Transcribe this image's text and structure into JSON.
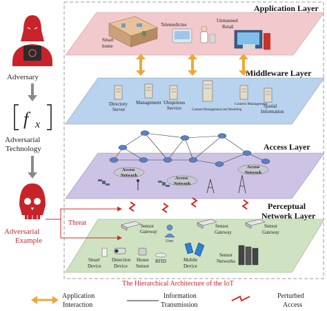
{
  "caption": "The Hierarchical Architecture of the IoT",
  "layers": {
    "application": "Application Layer",
    "middleware": "Middleware Layer",
    "access": "Access Layer",
    "perceptual_line1": "Perceptual",
    "perceptual_line2": "Network Layer"
  },
  "application_items": {
    "smart_home_1": "Smart",
    "smart_home_2": "home",
    "telemedicine": "Telemedicine",
    "unmanned_1": "Unmanned",
    "unmanned_2": "Retail"
  },
  "middleware_items": {
    "directory_1": "Directory",
    "directory_2": "Server",
    "management": "Management",
    "ubiquitous_1": "Ubiquitous",
    "ubiquitous_2": "Service",
    "content": "Content Management and Modeling",
    "context": "Context Management",
    "spatial_1": "Spatial",
    "spatial_2": "Information"
  },
  "access_items": {
    "network_1": "Access",
    "network_2": "Network"
  },
  "perceptual_items": {
    "sensor": "Sensor",
    "gateway": "Gateway",
    "user": "User",
    "smart_1": "Smart",
    "smart_2": "Device",
    "detection_1": "Detection",
    "detection_2": "Device",
    "house_1": "House",
    "house_2": "Sensor",
    "rfid": "RFID",
    "mobile_1": "Mobile",
    "mobile_2": "Device",
    "sensor_networks_1": "Sensor",
    "sensor_networks_2": "Networks"
  },
  "left_panel": {
    "adversary": "Adversary",
    "fx_f": "f",
    "fx_x": "x",
    "technology_1": "Adversarial",
    "technology_2": "Technology",
    "threat": "Threat",
    "example_1": "Adversarial",
    "example_2": "Example"
  },
  "legend": {
    "interaction_1": "Application",
    "interaction_2": "Interaction",
    "transmission_1": "Information",
    "transmission_2": "Transmission",
    "perturbed_1": "Perturbed",
    "perturbed_2": "Access"
  },
  "colors": {
    "application_plane": "#f2c9cc",
    "middleware_plane": "#b9d2ee",
    "access_plane": "#cdc3e4",
    "perceptual_plane": "#cfe3c2",
    "interaction_arrow": "#f0a63a",
    "threat_red": "#d42a22",
    "node_blue": "#5b7fc4",
    "adversary_red": "#c8232b"
  }
}
